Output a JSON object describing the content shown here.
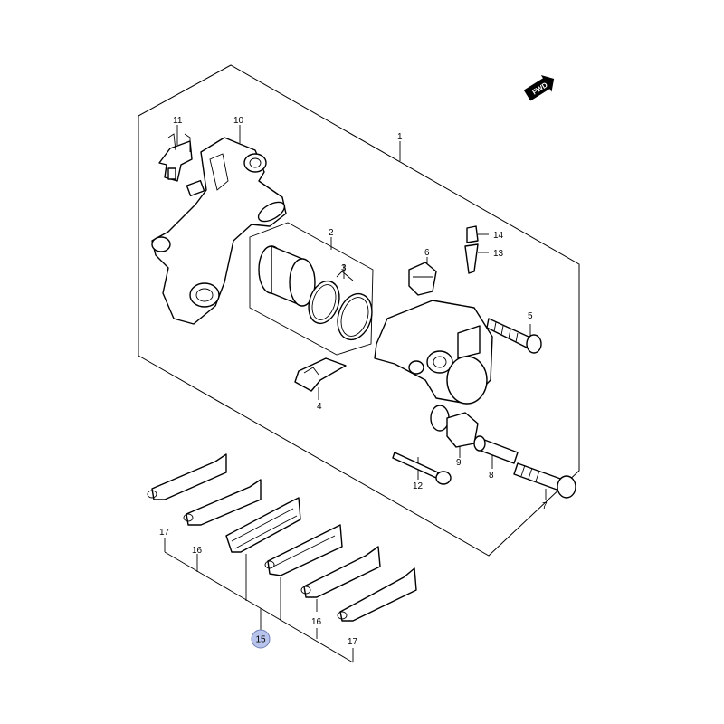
{
  "diagram": {
    "forward_marker": "FWD",
    "callouts": {
      "p1": "1",
      "p2": "2",
      "p3": "3",
      "p4": "4",
      "p5": "5",
      "p6": "6",
      "p7": "7",
      "p8": "8",
      "p9": "9",
      "p10": "10",
      "p11": "11",
      "p12": "12",
      "p13": "13",
      "p14": "14",
      "p15": "15",
      "p16a": "16",
      "p16b": "16",
      "p17a": "17",
      "p17b": "17"
    },
    "highlight_color": "#b8c4ec",
    "highlight_border": "#6f7fb6"
  }
}
